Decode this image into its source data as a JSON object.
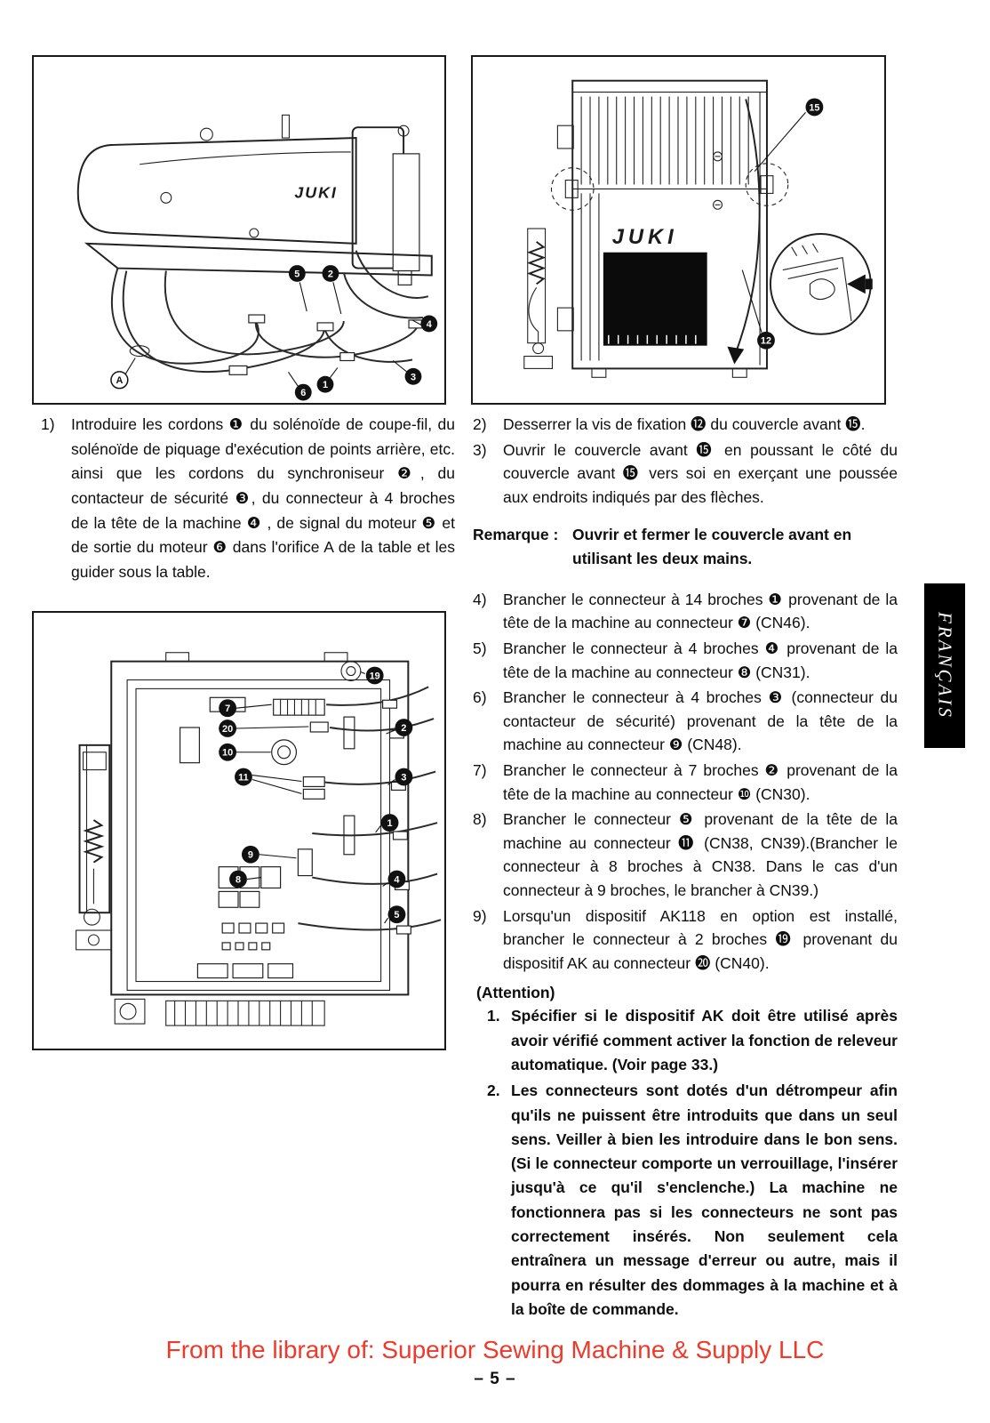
{
  "page": {
    "footer_text": "From the library of: Superior Sewing Machine & Supply LLC",
    "page_number": "– 5 –",
    "language_tab": "FRANÇAIS"
  },
  "colors": {
    "footer_red": "#ee3a2b",
    "ink": "#0e0e0e"
  },
  "figures": {
    "fig1": {
      "brand": "JUKI",
      "callouts": {
        "c5": "5",
        "c2": "2",
        "c4": "4",
        "c1": "1",
        "c3": "3",
        "c6": "6",
        "cA": "A"
      }
    },
    "fig2": {
      "brand": "JUKI",
      "callouts": {
        "c15": "15",
        "c12": "12"
      }
    },
    "fig3": {
      "callouts_left": [
        "7",
        "20",
        "10",
        "11",
        "9",
        "8"
      ],
      "callouts_right": [
        "19",
        "2",
        "3",
        "1",
        "4",
        "5"
      ]
    }
  },
  "step1": {
    "num": "1)",
    "text": "Introduire les cordons ❶ du solénoïde de coupe-fil, du solénoïde de piquage d'exécution de points arrière, etc. ainsi que les cordons du synchroniseur ❷, du contacteur de sécurité ❸, du connecteur à 4 broches de la tête de la machine ❹ , de signal du moteur ❺ et de sortie du moteur ❻ dans l'orifice A de la table et les guider sous la table."
  },
  "steps_top_right": [
    {
      "num": "2)",
      "text": "Desserrer la vis de fixation ⓬ du couvercle avant ⓯."
    },
    {
      "num": "3)",
      "text": "Ouvrir le couvercle avant ⓯ en poussant le côté du couvercle avant ⓯ vers soi en exerçant une poussée aux endroits indiqués par des flèches."
    }
  ],
  "remarque": {
    "label": "Remarque :",
    "text": "Ouvrir et fermer le couvercle avant en utilisant les deux mains."
  },
  "steps_right": [
    {
      "num": "4)",
      "text": "Brancher le connecteur à 14 broches ❶ provenant de la tête de la machine au connecteur ❼ (CN46)."
    },
    {
      "num": "5)",
      "text": "Brancher le connecteur à 4 broches ❹ provenant de la tête de la machine au connecteur ❽ (CN31)."
    },
    {
      "num": "6)",
      "text": "Brancher le connecteur à 4 broches ❸ (connecteur du contacteur de sécurité) provenant de la tête de la machine au connecteur ❾ (CN48)."
    },
    {
      "num": "7)",
      "text": "Brancher le connecteur à 7 broches ❷ provenant de la tête de la machine au connecteur ❿ (CN30)."
    },
    {
      "num": "8)",
      "text": "Brancher le connecteur ❺ provenant de la tête de la machine au connecteur ⓫ (CN38, CN39).(Brancher le connecteur à 8 broches à CN38. Dans le cas d'un connecteur à 9 broches, le brancher à CN39.)"
    },
    {
      "num": "9)",
      "text": "Lorsqu'un dispositif AK118 en option est installé, brancher le connecteur à 2 broches ⓳ provenant du dispositif AK au connecteur ⓴ (CN40)."
    }
  ],
  "attention": {
    "title": "(Attention)",
    "items": [
      {
        "num": "1.",
        "text": "Spécifier si le dispositif AK doit être utilisé après avoir vérifié comment activer la fonction de releveur automatique. (Voir page 33.)"
      },
      {
        "num": "2.",
        "text": "Les connecteurs sont dotés d'un détrompeur afin qu'ils ne puissent être introduits que dans un seul sens. Veiller à bien les introduire dans le bon sens. (Si le connecteur comporte un verrouillage, l'insérer jusqu'à ce qu'il s'enclenche.) La machine ne fonctionnera pas si les connecteurs ne sont pas correctement insérés. Non seulement cela entraînera un message d'erreur ou autre, mais il pourra en résulter des dommages à la machine et à la boîte de commande."
      }
    ]
  }
}
